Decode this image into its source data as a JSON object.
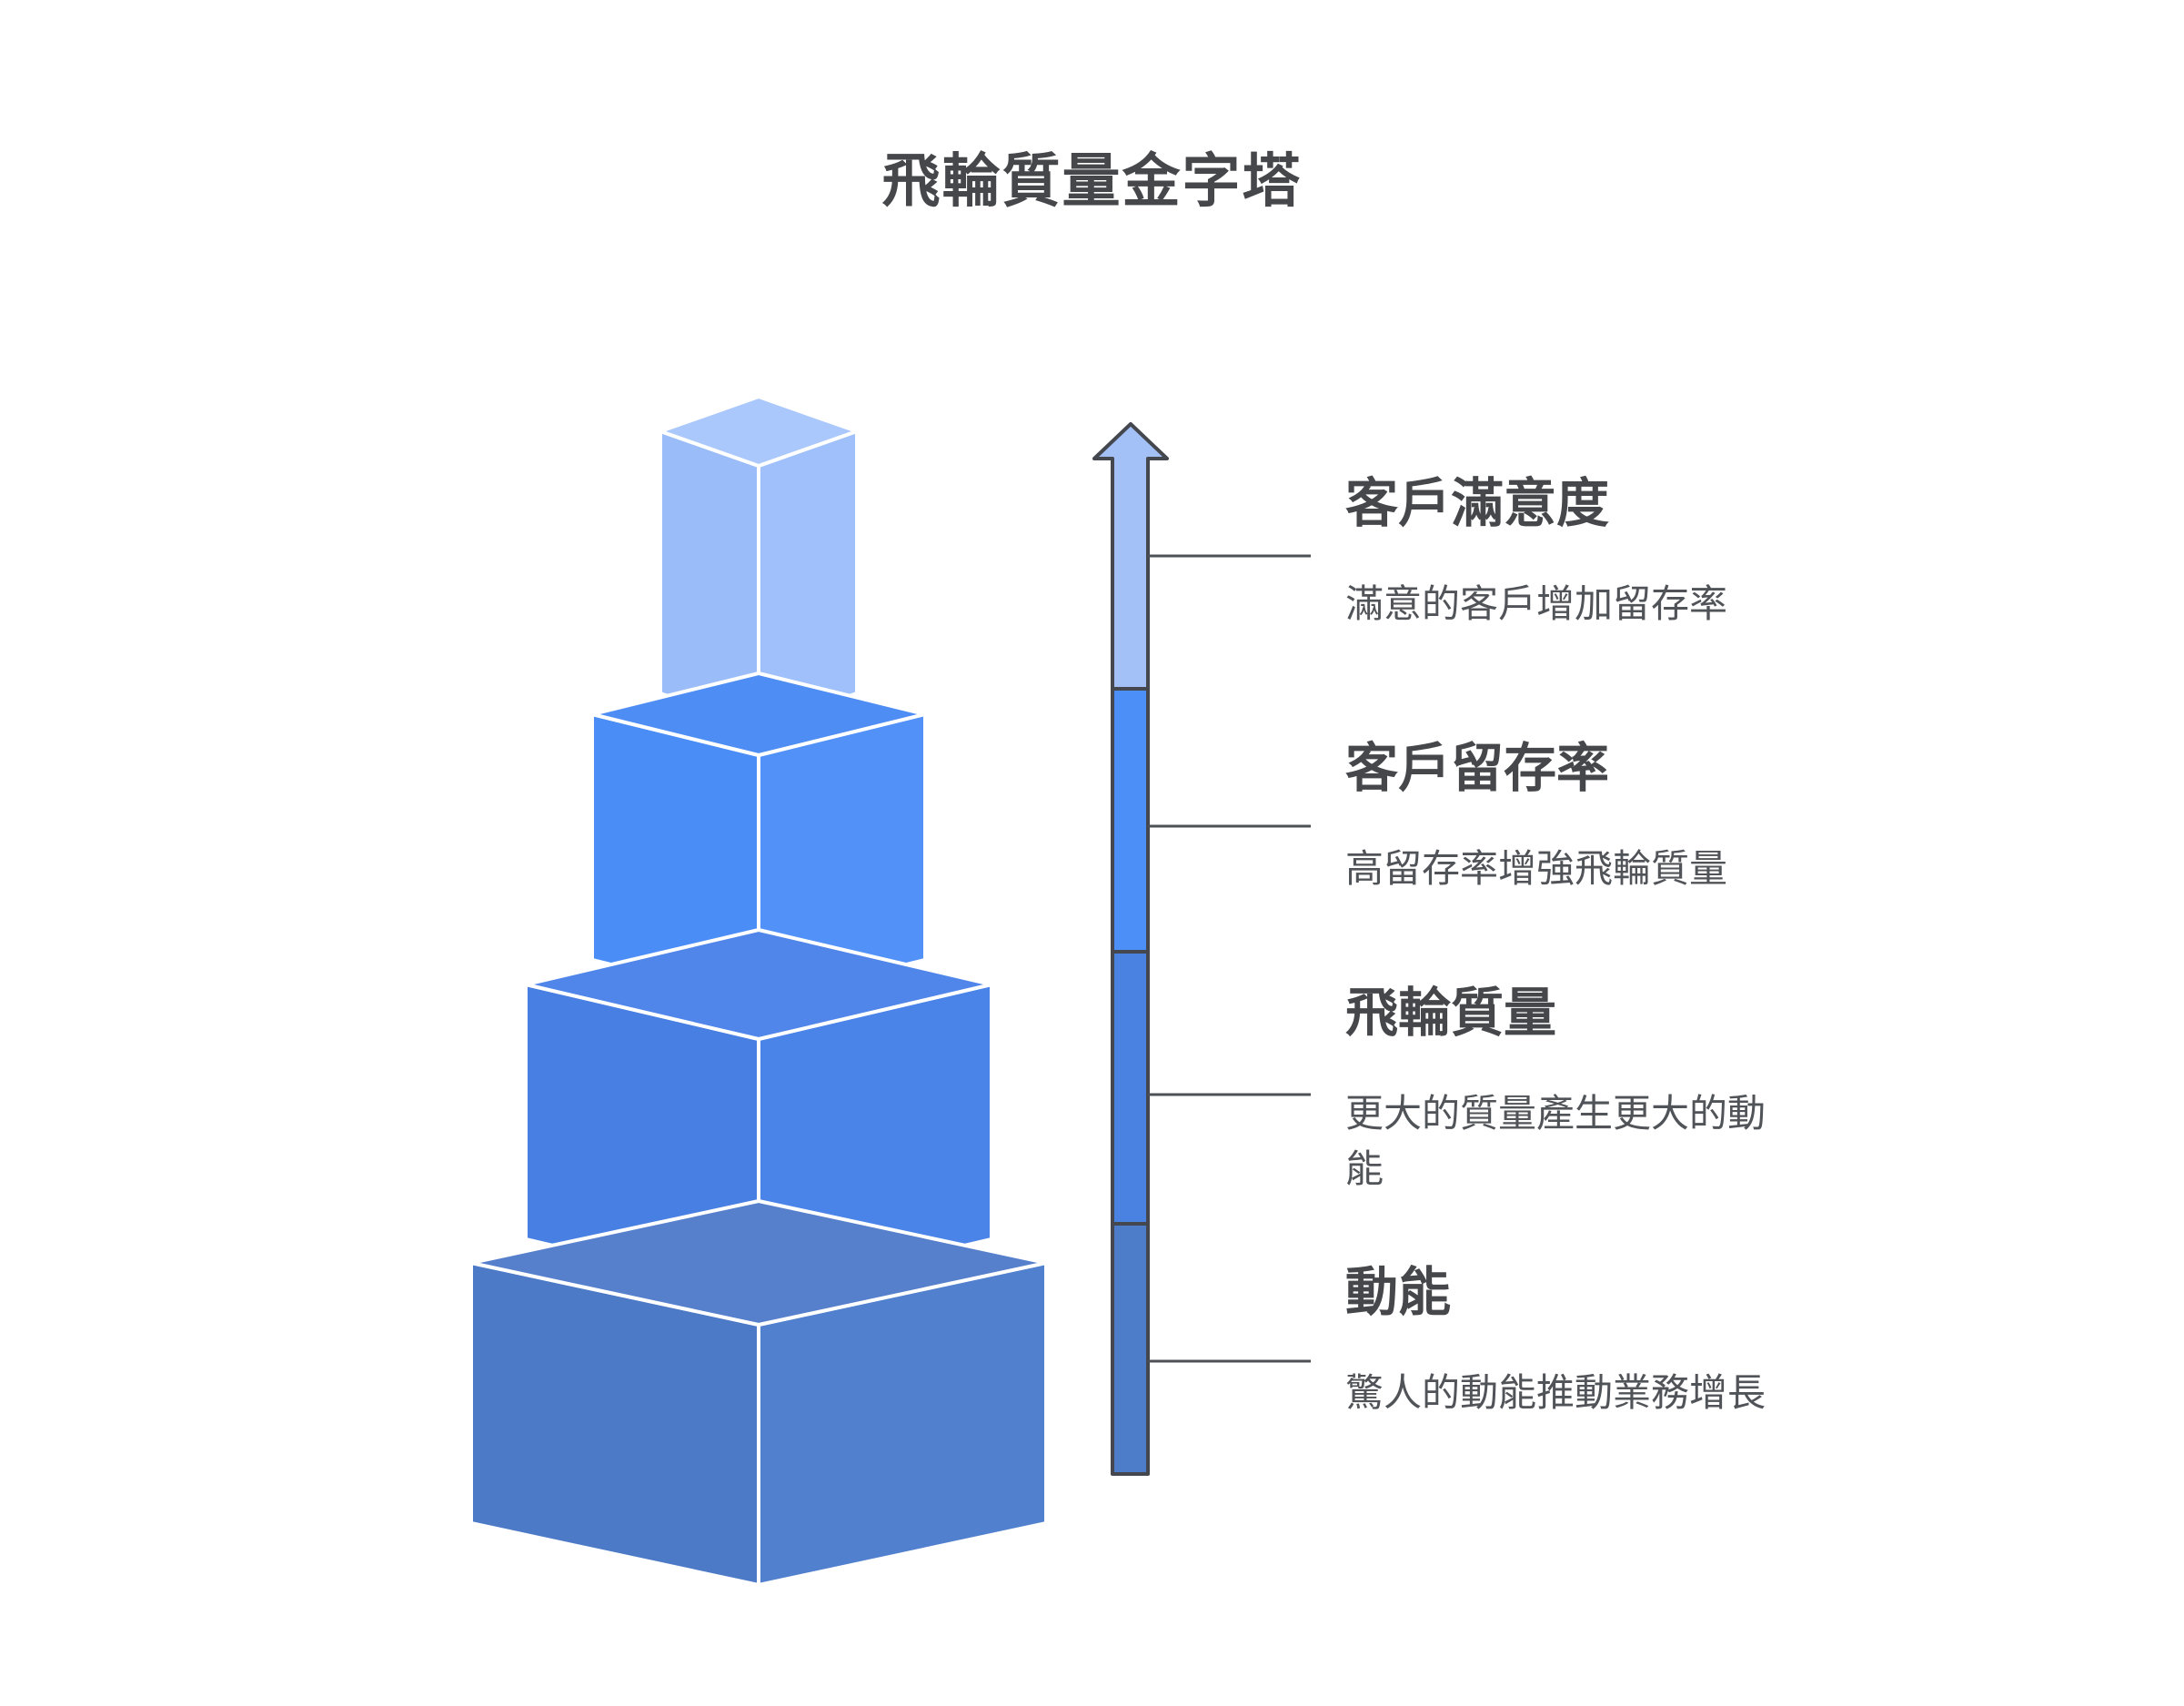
{
  "title": "飛輪質量金字塔",
  "levels": [
    {
      "heading": "客戶滿意度",
      "description": "滿意的客戶增加留存率"
    },
    {
      "heading": "客戶留存率",
      "description": "高留存率增強飛輪質量"
    },
    {
      "heading": "飛輪質量",
      "description": "更大的質量產生更大的動能"
    },
    {
      "heading": "動能",
      "description": "驚人的動能推動業務增長"
    }
  ],
  "colors": {
    "background": "#ffffff",
    "title_text": "#45474b",
    "heading_text": "#45474b",
    "description_text": "#505357",
    "seam": "#ffffff",
    "arrow_outline": "#44484e",
    "tick_line": "#4d5055",
    "tier1": {
      "top": "#aac8fb",
      "left": "#9abcf9",
      "right": "#9fc0fa"
    },
    "tier2": {
      "top": "#4e8df3",
      "left": "#4b8df6",
      "right": "#5291f8"
    },
    "tier3": {
      "top": "#5085e9",
      "left": "#477fe3",
      "right": "#4b84e8"
    },
    "tier4": {
      "top": "#567fcc",
      "left": "#4c7ac7",
      "right": "#5180ce"
    },
    "arrow": {
      "seg1": "#a3c0f7",
      "seg2": "#4c90f7",
      "seg3": "#4a82e2",
      "seg4": "#4d7cc9"
    }
  }
}
